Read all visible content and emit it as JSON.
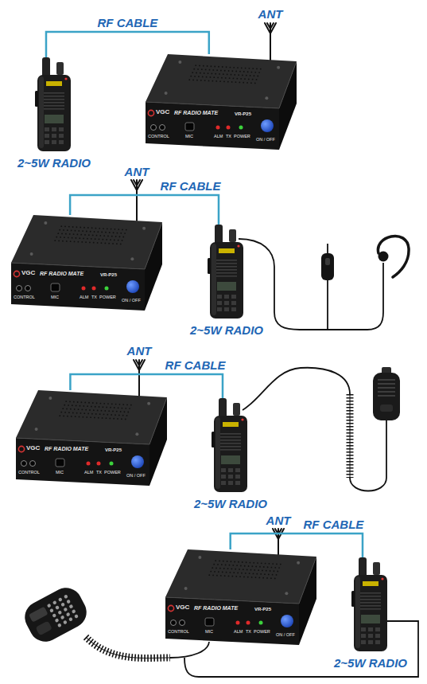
{
  "diagram": {
    "nodes": [
      {
        "text": [
          "2~5W RADIO"
        ]
      },
      {
        "text": [
          "VGC",
          "RF RADIO MATE",
          "VR-P25",
          "CONTROL",
          "MIC",
          "ALM",
          "TX",
          "POWER",
          "ON / OFF"
        ]
      },
      {
        "text": [
          "VGC",
          "RF RADIO MATE",
          "VR-P25",
          "CONTROL",
          "MIC",
          "ALM",
          "TX",
          "POWER",
          "ON / OFF"
        ]
      },
      {
        "text": [
          "2~5W RADIO"
        ]
      },
      {
        "text": [
          "VGC",
          "RF RADIO MATE",
          "VR-P25",
          "CONTROL",
          "MIC",
          "ALM",
          "TX",
          "POWER",
          "ON / OFF"
        ]
      },
      {
        "text": [
          "2~5W RADIO"
        ]
      },
      {
        "text": [
          "VGC",
          "RF RADIO MATE",
          "VR-P25",
          "CONTROL",
          "MIC",
          "ALM",
          "TX",
          "POWER",
          "ON / OFF"
        ]
      },
      {
        "text": [
          "2~5W RADIO"
        ]
      }
    ],
    "edges": [
      {
        "from": 0,
        "to": 1,
        "arrow": "none",
        "label": "RF CABLE"
      },
      {
        "from": 3,
        "to": 2,
        "arrow": "none",
        "label": "RF CABLE"
      },
      {
        "from": 5,
        "to": 4,
        "arrow": "none",
        "label": "RF CABLE"
      },
      {
        "from": 7,
        "to": 6,
        "arrow": "none",
        "label": "RF CABLE"
      }
    ],
    "labels": [
      "ANT",
      "ANT",
      "ANT",
      "ANT"
    ]
  }
}
